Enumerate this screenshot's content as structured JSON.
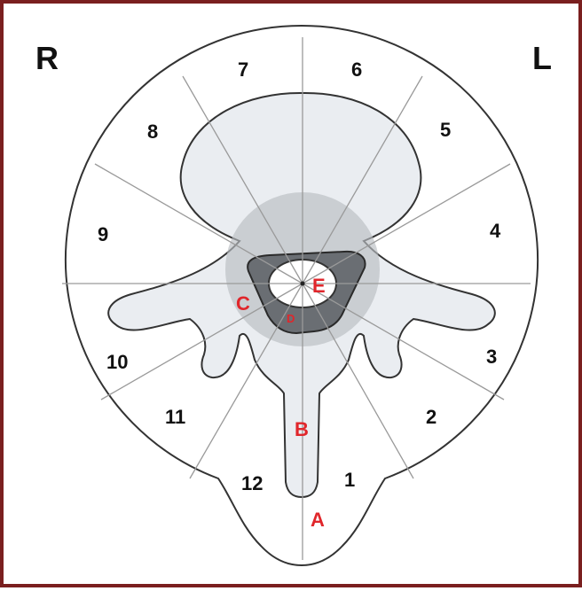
{
  "side_labels": {
    "right": "R",
    "left": "L"
  },
  "zones": [
    "1",
    "2",
    "3",
    "4",
    "5",
    "6",
    "7",
    "8",
    "9",
    "10",
    "11",
    "12"
  ],
  "regions": {
    "a": "A",
    "b": "B",
    "c": "C",
    "d": "D",
    "e": "E"
  },
  "colors": {
    "frame": "#7a1f1f",
    "outline": "#333333",
    "bone_fill": "#eaedf1",
    "zone_shade": "#b9bdc2",
    "canal_ring": "#6a6e73",
    "spokes": "#9a9a9a",
    "region_text": "#e0262b",
    "text": "#111111"
  }
}
